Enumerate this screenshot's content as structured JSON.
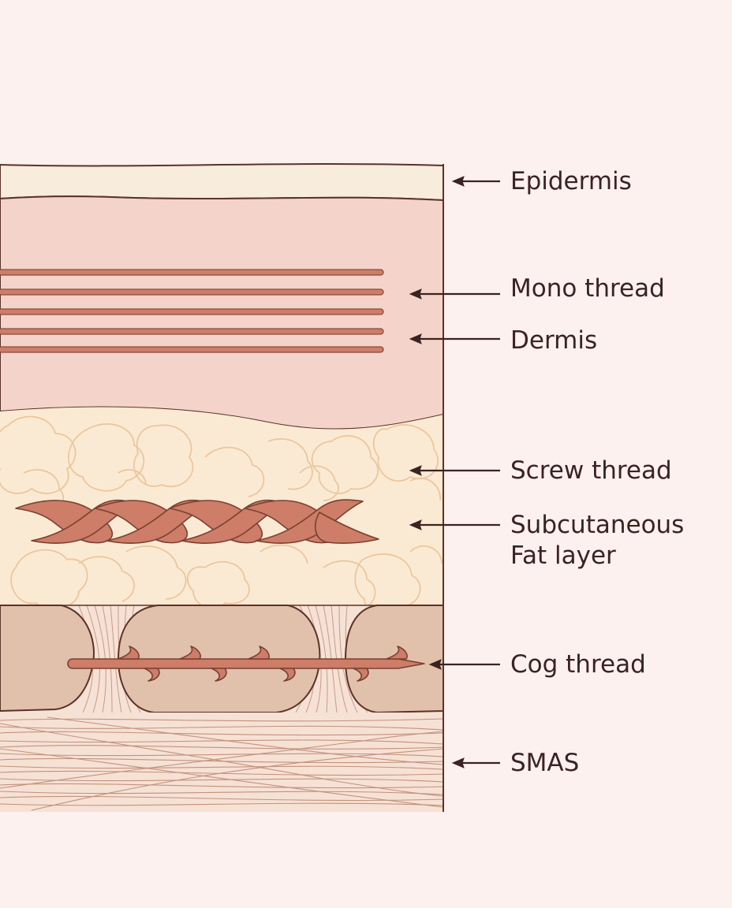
{
  "labels": {
    "epidermis": "Epidermis",
    "mono_thread": "Mono thread",
    "dermis": "Dermis",
    "screw_thread": "Screw thread",
    "subcutaneous_line1": "Subcutaneous",
    "subcutaneous_line2": "Fat layer",
    "cog_thread": "Cog thread",
    "smas": "SMAS"
  },
  "colors": {
    "background": "#fcf1ef",
    "epidermis": "#f8ecdd",
    "dermis": "#f4d3ca",
    "fat": "#fbead3",
    "fat_cell": "#ecc69d",
    "muscle": "#e2c1ac",
    "smas": "#f6e1d5",
    "thread": "#cd7d68",
    "outline": "#5a3328",
    "arrow": "#3a2320"
  }
}
